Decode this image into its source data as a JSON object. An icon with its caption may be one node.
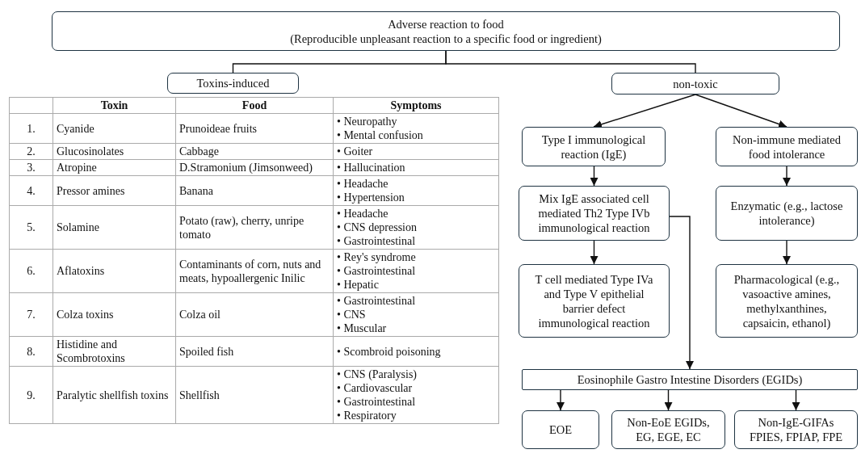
{
  "diagram": {
    "nodes": [
      {
        "text": [
          "Adverse reaction to food",
          "(Reproducible unpleasant reaction to a specific food or ingredient)"
        ]
      },
      {
        "text": [
          "Toxins-induced"
        ]
      },
      {
        "text": [
          "non-toxic"
        ]
      },
      {
        "text": [
          "Type I immunological reaction (IgE)"
        ]
      },
      {
        "text": [
          "Non-immune mediated food intolerance"
        ]
      },
      {
        "text": [
          "Mix IgE associated cell mediated Th2 Type IVb immunological reaction"
        ]
      },
      {
        "text": [
          "Enzymatic (e.g., lactose intolerance)"
        ]
      },
      {
        "text": [
          "T cell mediated Type IVa and Type V epithelial barrier defect immunological reaction"
        ]
      },
      {
        "text": [
          "Pharmacological (e.g., vasoactive amines, methylxanthines, capsaicin, ethanol)"
        ]
      },
      {
        "text": [
          "Eosinophile Gastro Intestine Disorders (EGIDs)"
        ]
      },
      {
        "text": [
          "EOE"
        ]
      },
      {
        "text": [
          "Non-EoE EGIDs, EG, EGE, EC"
        ]
      },
      {
        "text": [
          "Non-IgE-GIFAs FPIES, FPIAP, FPE"
        ]
      }
    ],
    "edges": [
      {
        "from": 0,
        "to": 1,
        "arrow": "none"
      },
      {
        "from": 0,
        "to": 2,
        "arrow": "none"
      },
      {
        "from": 2,
        "to": 3,
        "arrow": "to"
      },
      {
        "from": 2,
        "to": 4,
        "arrow": "to"
      },
      {
        "from": 3,
        "to": 5,
        "arrow": "to"
      },
      {
        "from": 4,
        "to": 6,
        "arrow": "to"
      },
      {
        "from": 5,
        "to": 7,
        "arrow": "to"
      },
      {
        "from": 6,
        "to": 8,
        "arrow": "to"
      },
      {
        "from": 5,
        "to": 9,
        "arrow": "to"
      },
      {
        "from": 9,
        "to": 10,
        "arrow": "to"
      },
      {
        "from": 9,
        "to": 11,
        "arrow": "to"
      },
      {
        "from": 9,
        "to": 12,
        "arrow": "to"
      }
    ],
    "labels": [
      "Toxin",
      "Food",
      "Symptoms",
      "1.",
      "Cyanide",
      "Prunoideae fruits",
      "• Neuropathy",
      "• Mental confusion",
      "2.",
      "Glucosinolates",
      "Cabbage",
      "• Goiter",
      "3.",
      "Atropine",
      "D.Stramonium (Jimsonweed)",
      "• Hallucination",
      "4.",
      "Pressor amines",
      "Banana",
      "• Headache",
      "• Hypertension",
      "5.",
      "Solamine",
      "Potato (raw), cherry, unripe tomato",
      "• Headache",
      "• CNS depression",
      "• Gastrointestinal",
      "6.",
      "Aflatoxins",
      "Contaminants of corn, nuts and meats, hypoallergenic Inilic",
      "• Rey's syndrome",
      "• Gastrointestinal",
      "• Hepatic",
      "7.",
      "Colza toxins",
      "Colza oil",
      "• Gastrointestinal",
      "• CNS",
      "• Muscular",
      "8.",
      "Histidine and Scombrotoxins",
      "Spoiled fish",
      "• Scombroid poisoning",
      "9.",
      "Paralytic shellfish toxins",
      "Shellfish",
      "• CNS (Paralysis)",
      "• Cardiovascular",
      "• Gastrointestinal",
      "• Respiratory"
    ]
  }
}
